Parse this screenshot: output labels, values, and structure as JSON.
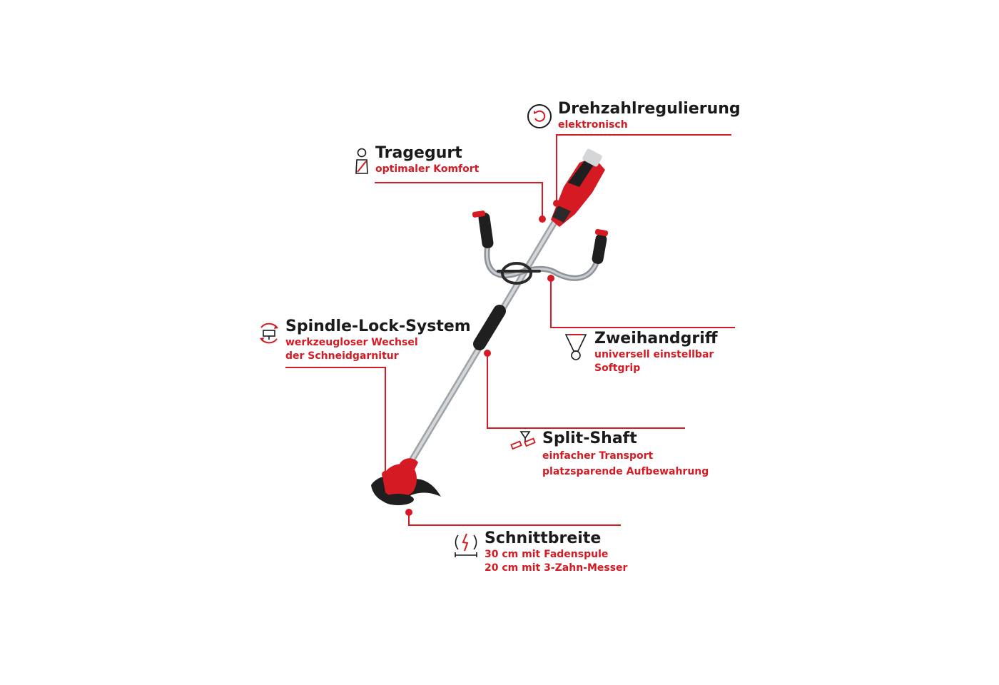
{
  "colors": {
    "accent": "#d61a23",
    "text": "#1a1a1a",
    "shaft": "#b9bcc0",
    "body_dark": "#2a2a2a",
    "background": "#ffffff"
  },
  "features": {
    "drehzahl": {
      "title": "Drehzahlregulierung",
      "sub1": "elektronisch",
      "icon": "rotation-speed-icon"
    },
    "tragegurt": {
      "title": "Tragegurt",
      "sub1": "optimaler Komfort",
      "icon": "shoulder-strap-icon"
    },
    "spindle": {
      "title": "Spindle-Lock-System",
      "sub1": "werkzeugloser Wechsel",
      "sub2": "der Schneidgarnitur",
      "icon": "spindle-lock-icon"
    },
    "zweihand": {
      "title": "Zweihandgriff",
      "sub1": "universell einstellbar",
      "sub2": "Softgrip",
      "icon": "two-hand-grip-icon"
    },
    "split": {
      "title": "Split-Shaft",
      "sub1": "einfacher Transport",
      "sub2": "platzsparende Aufbewahrung",
      "icon": "split-shaft-icon"
    },
    "schnitt": {
      "title": "Schnittbreite",
      "sub1": "30 cm mit Fadenspule",
      "sub2": "20 cm mit 3-Zahn-Messer",
      "icon": "cutting-width-icon"
    }
  }
}
